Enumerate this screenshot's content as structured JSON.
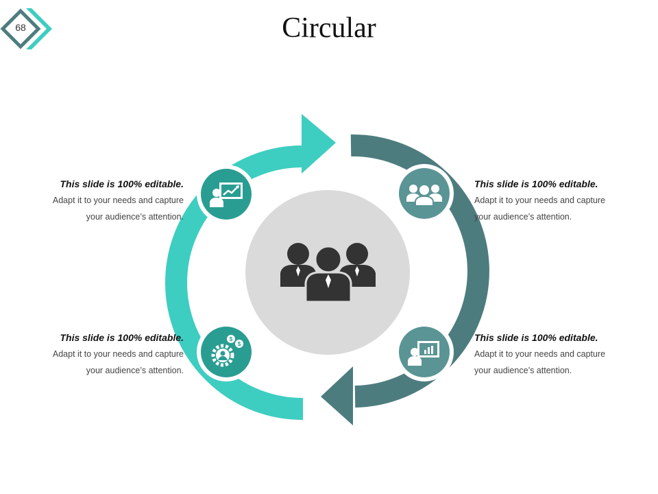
{
  "slide": {
    "page_number": "68",
    "title": "Circular"
  },
  "colors": {
    "teal_light": "#3ecdc1",
    "teal_dark": "#4d7c7e",
    "teal_icon_light": "#2a9d92",
    "teal_icon_dark": "#5b9494",
    "center_circle": "#dadada",
    "people_icon": "#333333"
  },
  "blocks": [
    {
      "position": "top-left",
      "heading": "This slide is 100% editable.",
      "line1": "Adapt it to your needs and capture",
      "line2": "your audience’s attention.",
      "icon": "presentation-growth-icon"
    },
    {
      "position": "top-right",
      "heading": "This slide is 100% editable.",
      "line1": "Adapt it to your needs and capture",
      "line2": "your audience’s attention.",
      "icon": "team-icon"
    },
    {
      "position": "bottom-left",
      "heading": "This slide is 100% editable.",
      "line1": "Adapt it to your needs and capture",
      "line2": "your audience’s attention.",
      "icon": "money-gear-person-icon"
    },
    {
      "position": "bottom-right",
      "heading": "This slide is 100% editable.",
      "line1": "Adapt it to your needs and capture",
      "line2": "your audience’s attention.",
      "icon": "presentation-bar-chart-icon"
    }
  ],
  "center_icon": "business-people-icon"
}
